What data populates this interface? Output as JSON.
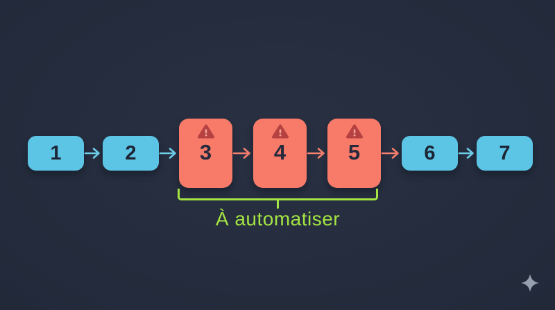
{
  "diagram_type": "process-flow",
  "colors": {
    "background": "#252d3e",
    "step_normal": "#5cc5e6",
    "step_warning": "#f87b6a",
    "step_text": "#1d2434",
    "arrow_normal": "#6fd0ec",
    "arrow_warning": "#f8806f",
    "warning_triangle": "#b64141",
    "warning_mark": "#f2a196",
    "bracket": "#a4e443",
    "sparkle": "#97a1ad"
  },
  "flow": {
    "steps": [
      {
        "label": "1",
        "status": "normal"
      },
      {
        "label": "2",
        "status": "normal"
      },
      {
        "label": "3",
        "status": "warning"
      },
      {
        "label": "4",
        "status": "warning"
      },
      {
        "label": "5",
        "status": "warning"
      },
      {
        "label": "6",
        "status": "normal"
      },
      {
        "label": "7",
        "status": "normal"
      }
    ],
    "arrows": [
      {
        "from": "1",
        "to": "2",
        "color": "#6fd0ec"
      },
      {
        "from": "2",
        "to": "3",
        "color": "#6fd0ec"
      },
      {
        "from": "3",
        "to": "4",
        "color": "#f8806f"
      },
      {
        "from": "4",
        "to": "5",
        "color": "#f8806f"
      },
      {
        "from": "5",
        "to": "6",
        "color": "#f8806f"
      },
      {
        "from": "6",
        "to": "7",
        "color": "#6fd0ec"
      }
    ]
  },
  "bracket": {
    "label": "À automatiser",
    "spans_steps": [
      "3",
      "4",
      "5"
    ]
  }
}
